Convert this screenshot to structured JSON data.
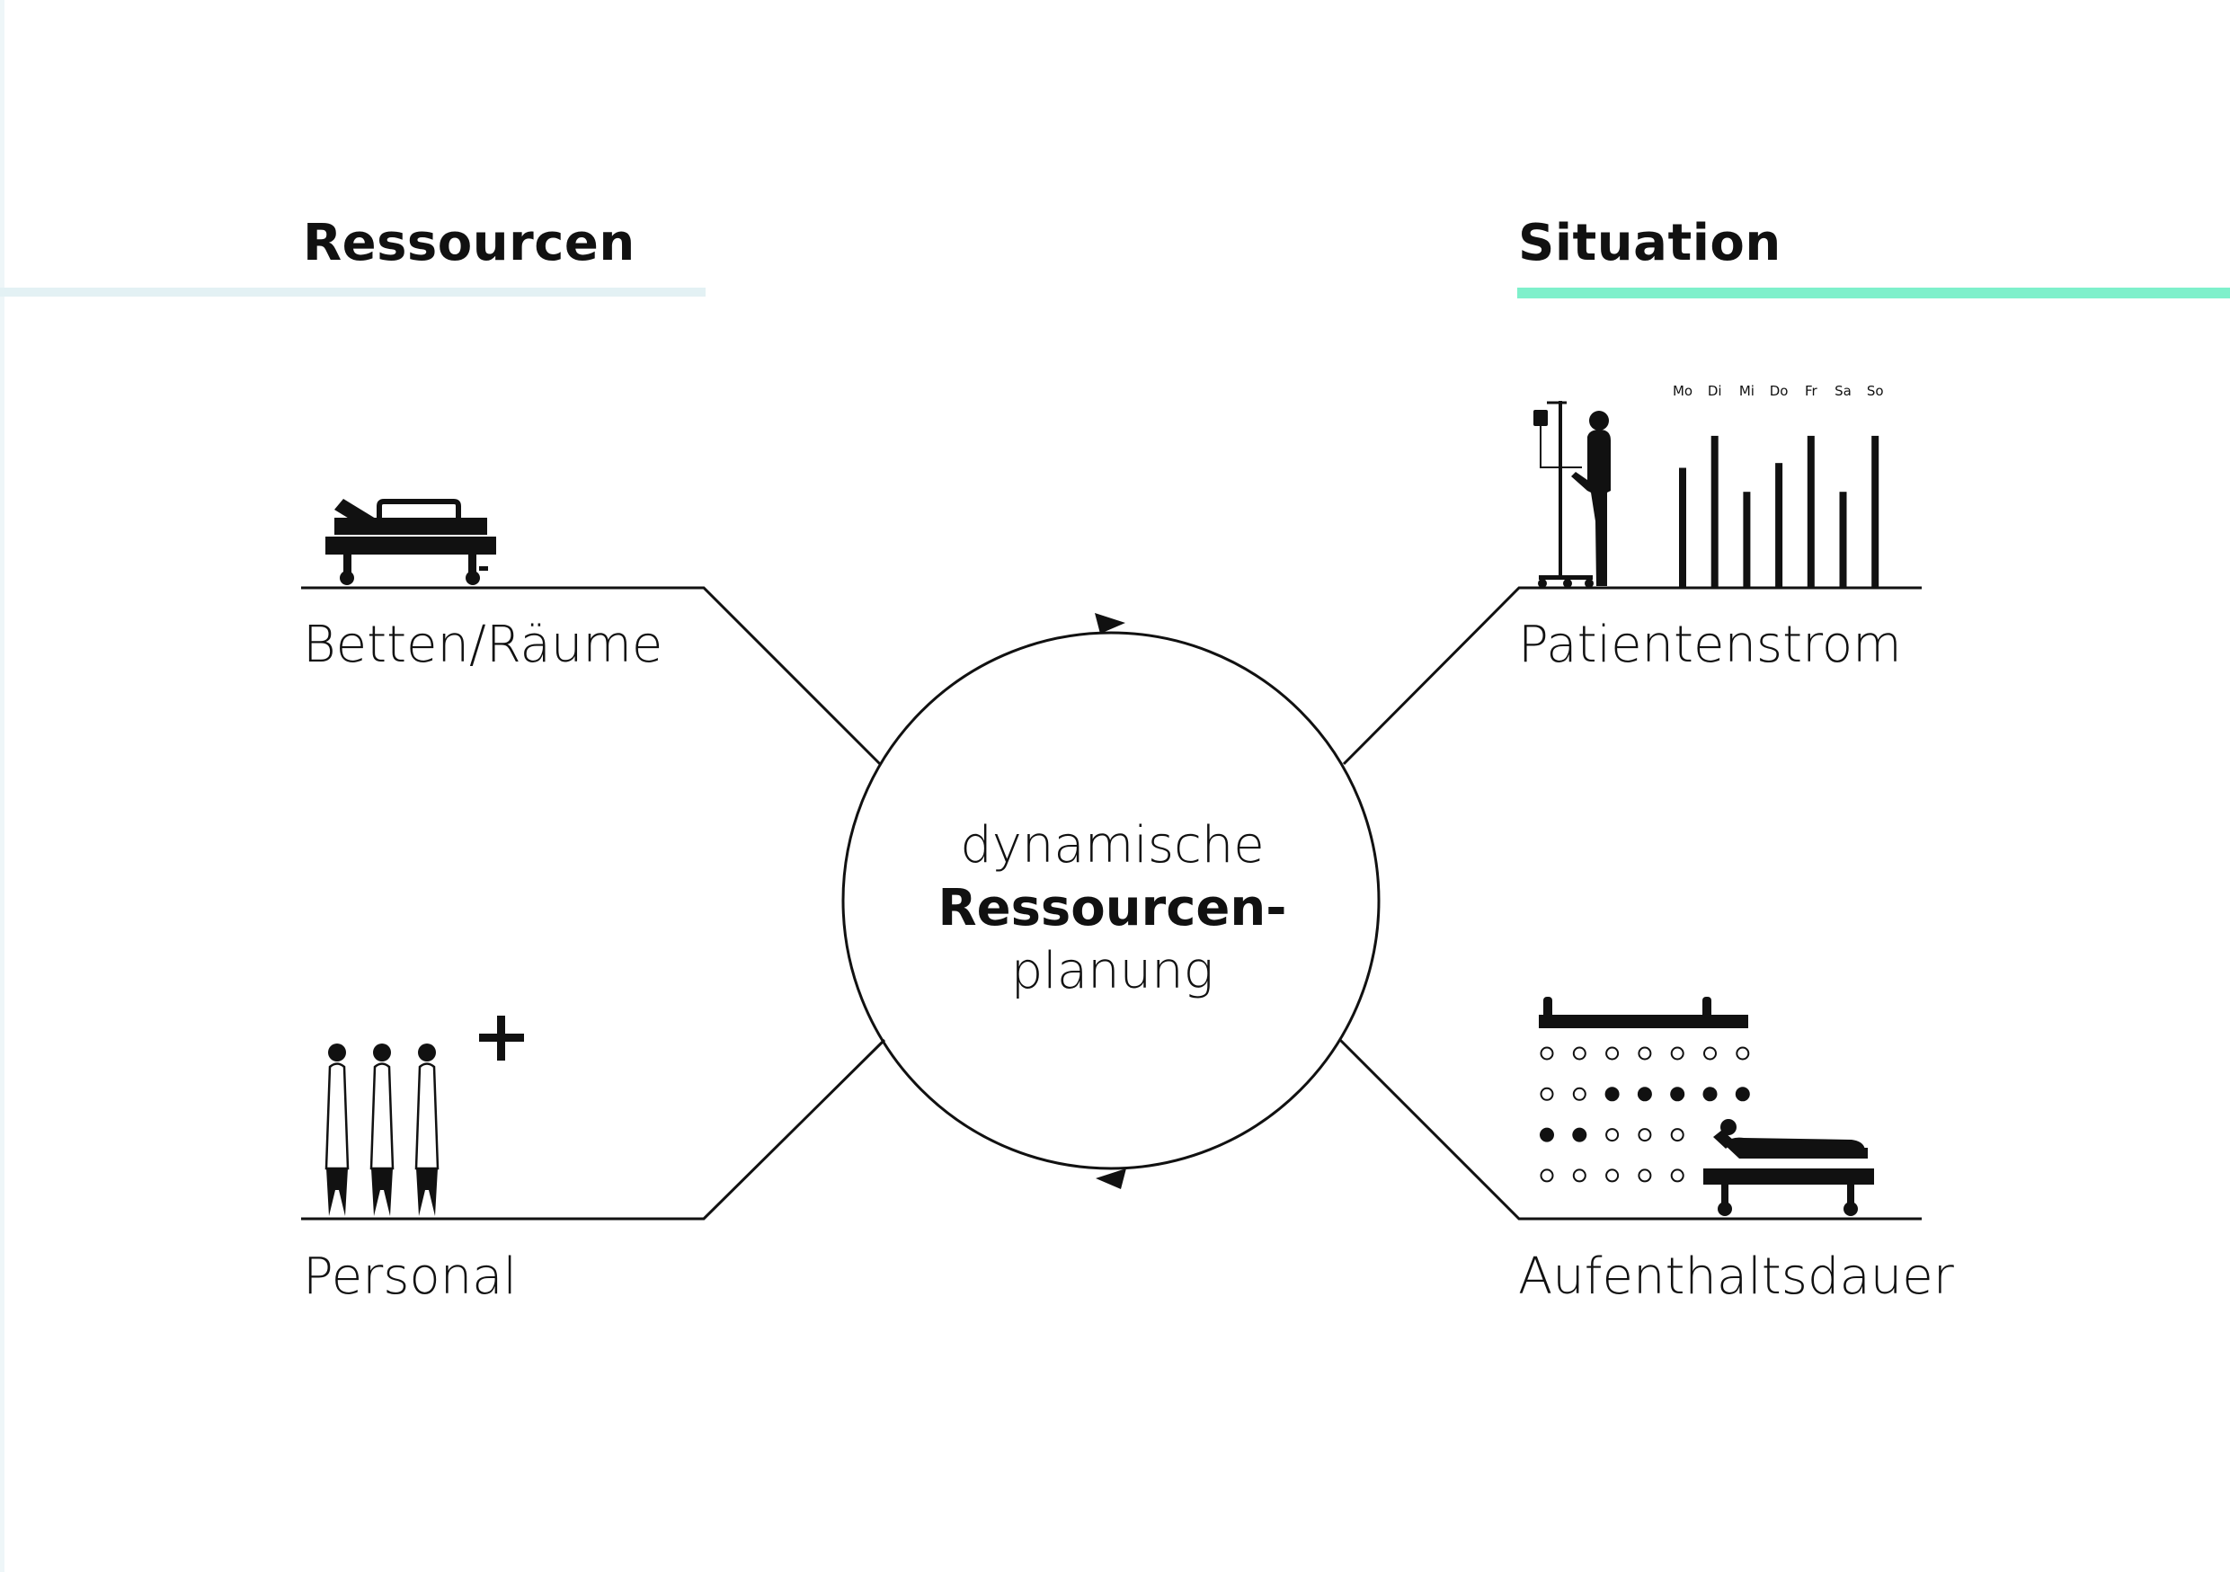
{
  "headings": {
    "left": "Ressourcen",
    "right": "Situation"
  },
  "labels": {
    "beds": "Betten/Räume",
    "staff": "Personal",
    "patient_flow": "Patientenstrom",
    "stay_duration": "Aufenthaltsdauer"
  },
  "center": {
    "line1": "dynamische",
    "line2": "Ressourcen-",
    "line3": "planung"
  },
  "weekdays": [
    "Mo",
    "Di",
    "Mi",
    "Do",
    "Fr",
    "Sa",
    "So"
  ],
  "weekday_bar_levels": [
    0.75,
    0.95,
    0.6,
    0.78,
    0.95,
    0.6,
    0.95
  ],
  "calendar_grid": [
    [
      0,
      0,
      0,
      0,
      0,
      0,
      0
    ],
    [
      0,
      0,
      1,
      1,
      1,
      1,
      1
    ],
    [
      1,
      1,
      0,
      0,
      0
    ],
    [
      0,
      0,
      0,
      0,
      0
    ]
  ],
  "colors": {
    "line": "#111111",
    "left_underline": "#e3f1f4",
    "right_underline": "#7ff0cb",
    "edge_strip": "#eef6f8"
  },
  "icons": {
    "beds": "hospital-bed-icon",
    "staff": "medical-staff-icon",
    "add": "plus-icon",
    "patient": "patient-iv-stand-icon",
    "calendar": "calendar-icon",
    "stretcher": "patient-stretcher-icon"
  }
}
